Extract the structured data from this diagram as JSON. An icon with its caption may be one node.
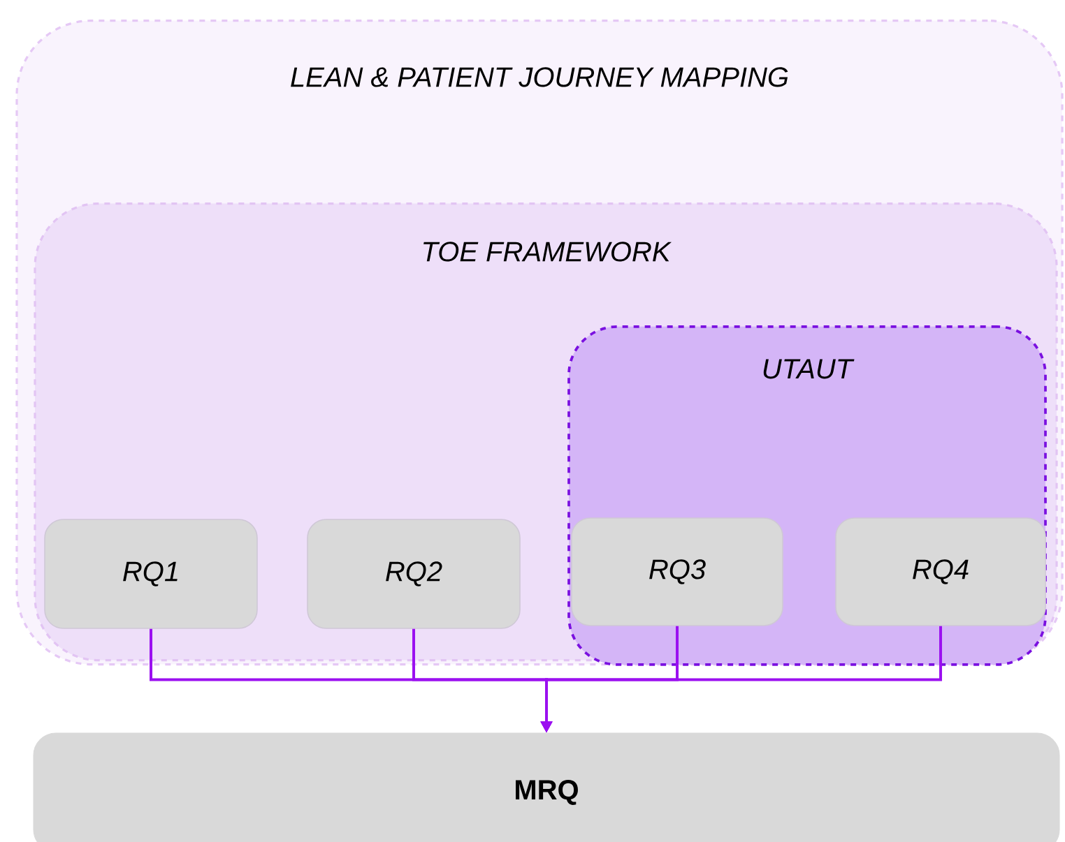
{
  "diagram": {
    "nodes": [
      {
        "text": [
          "LEAN & PATIENT JOURNEY MAPPING"
        ]
      },
      {
        "text": [
          "TOE FRAMEWORK"
        ],
        "in": 0
      },
      {
        "text": [
          "UTAUT"
        ],
        "in": 1
      },
      {
        "text": [
          "RQ1"
        ],
        "in": 1
      },
      {
        "text": [
          "RQ2"
        ],
        "in": 1
      },
      {
        "text": [
          "RQ3"
        ],
        "in": 2
      },
      {
        "text": [
          "RQ4"
        ],
        "in": 2
      },
      {
        "text": [
          "MRQ"
        ]
      }
    ],
    "edges": [
      {
        "from": 3,
        "to": 7,
        "arrow": "to"
      },
      {
        "from": 4,
        "to": 7,
        "arrow": "to"
      },
      {
        "from": 5,
        "to": 7,
        "arrow": "to"
      },
      {
        "from": 6,
        "to": 7,
        "arrow": "to"
      }
    ]
  }
}
